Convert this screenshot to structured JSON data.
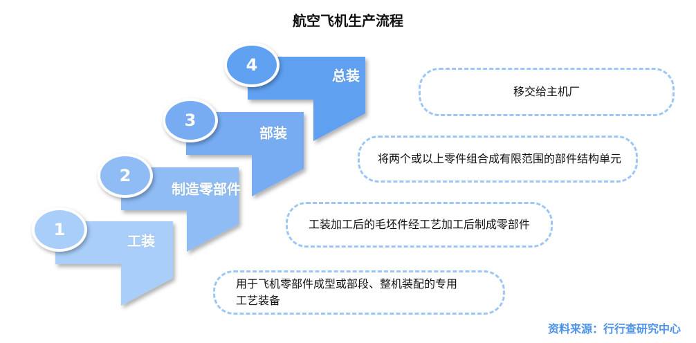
{
  "title": "航空飞机生产流程",
  "steps": [
    {
      "number": "1",
      "label": "工装",
      "color": "#a9cef9",
      "description": "用于飞机零部件成型或部段、整机装配的专用工艺装备"
    },
    {
      "number": "2",
      "label": "制造零部件",
      "color": "#8fbcf5",
      "description": "工装加工后的毛坯件经工艺加工后制成零部件"
    },
    {
      "number": "3",
      "label": "部装",
      "color": "#77acf3",
      "description": "将两个或以上零件组合成有限范围的部件结构单元"
    },
    {
      "number": "4",
      "label": "总装",
      "color": "#60a0f0",
      "description": "移交给主机厂"
    }
  ],
  "source": "资料来源：行行查研究中心"
}
